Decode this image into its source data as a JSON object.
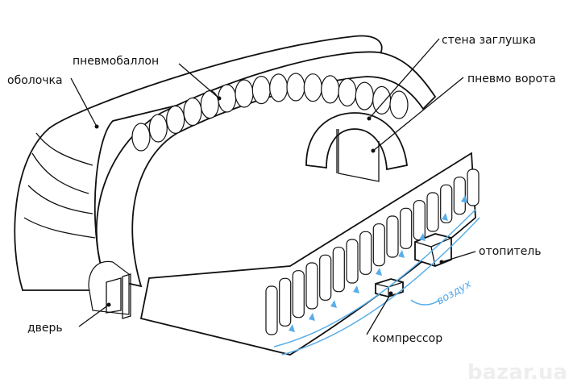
{
  "labels": {
    "shell": "оболочка",
    "balloon": "пневмобаллон",
    "end_wall": "стена заглушка",
    "gate": "пневмо ворота",
    "heater": "отопитель",
    "door": "дверь",
    "compressor": "компрессор",
    "air": "воздух"
  },
  "watermark": "bazar.ua",
  "colors": {
    "line": "#111111",
    "air": "#4fa6e8",
    "background": "#ffffff"
  }
}
